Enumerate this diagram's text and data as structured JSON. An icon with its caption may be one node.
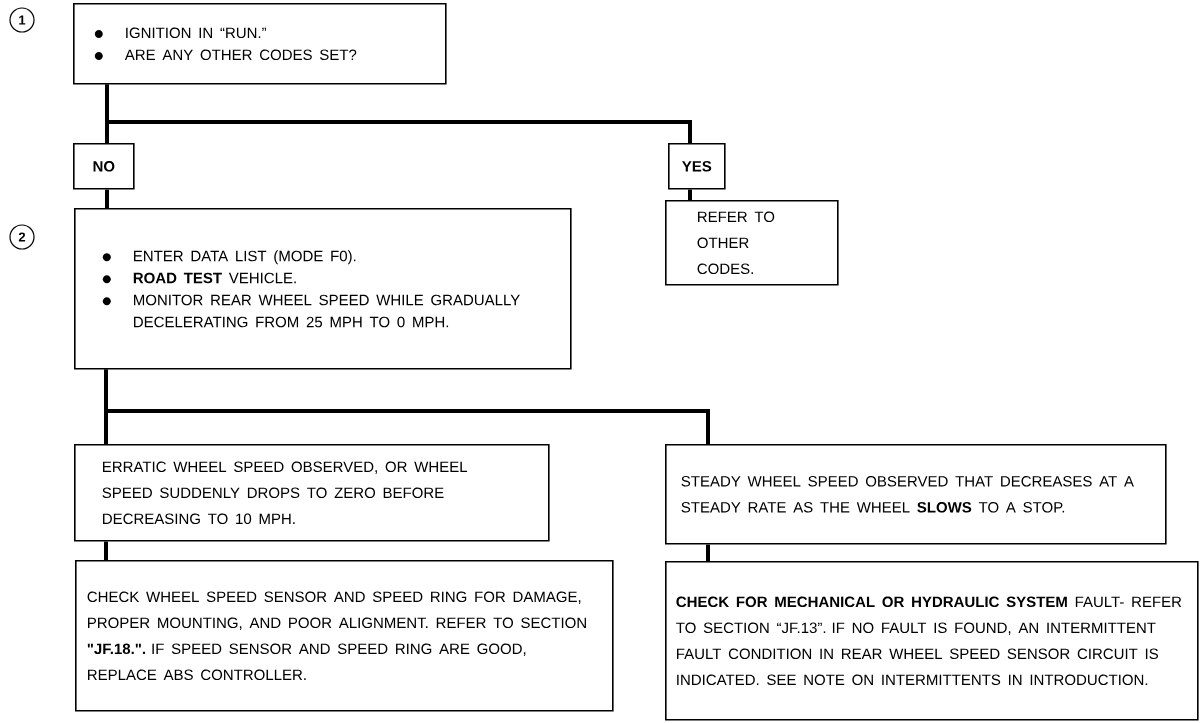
{
  "diagram": {
    "nodes": [
      {
        "text": [
          "IGNITION IN “RUN.”",
          "ARE ANY OTHER CODES SET?"
        ],
        "beside": [
          "1"
        ]
      },
      {
        "text": [
          "NO"
        ]
      },
      {
        "text": [
          "YES"
        ]
      },
      {
        "text": [
          "ENTER DATA LIST (MODE F0).",
          "**ROAD TEST** VEHICLE.",
          "MONITOR REAR WHEEL SPEED WHILE GRADUALLY DECELERATING FROM 25 MPH TO 0 MPH."
        ],
        "beside": [
          "2"
        ]
      },
      {
        "text": [
          "REFER TO OTHER CODES."
        ]
      },
      {
        "text": [
          "ERRATIC WHEEL SPEED OBSERVED, OR WHEEL SPEED SUDDENLY DROPS TO ZERO BEFORE DECREASING TO 10 MPH."
        ]
      },
      {
        "text": [
          "STEADY WHEEL SPEED OBSERVED THAT DECREASES AT A STEADY RATE AS THE WHEEL **SLOWS** TO A STOP."
        ]
      },
      {
        "text": [
          "CHECK WHEEL SPEED SENSOR AND SPEED RING FOR DAMAGE, PROPER MOUNTING, AND POOR ALIGNMENT. REFER TO SECTION **\"JF.18.\".** IF SPEED SENSOR AND SPEED RING ARE GOOD, REPLACE ABS CONTROLLER."
        ]
      },
      {
        "text": [
          "**CHECK FOR MECHANICAL OR HYDRAULIC SYSTEM** FAULT- REFER TO SECTION “JF.13”. IF NO FAULT IS FOUND, AN INTERMITTENT FAULT CONDITION IN REAR WHEEL SPEED SENSOR CIRCUIT IS INDICATED. SEE NOTE ON INTERMITTENTS IN INTRODUCTION."
        ]
      }
    ],
    "edges": [
      {
        "from": 0,
        "to": 1,
        "arrow": "none"
      },
      {
        "from": 0,
        "to": 2,
        "arrow": "none"
      },
      {
        "from": 1,
        "to": 3,
        "arrow": "none"
      },
      {
        "from": 2,
        "to": 4,
        "arrow": "none"
      },
      {
        "from": 3,
        "to": 5,
        "arrow": "none"
      },
      {
        "from": 3,
        "to": 6,
        "arrow": "none"
      },
      {
        "from": 5,
        "to": 7,
        "arrow": "none"
      },
      {
        "from": 6,
        "to": 8,
        "arrow": "none"
      }
    ]
  }
}
